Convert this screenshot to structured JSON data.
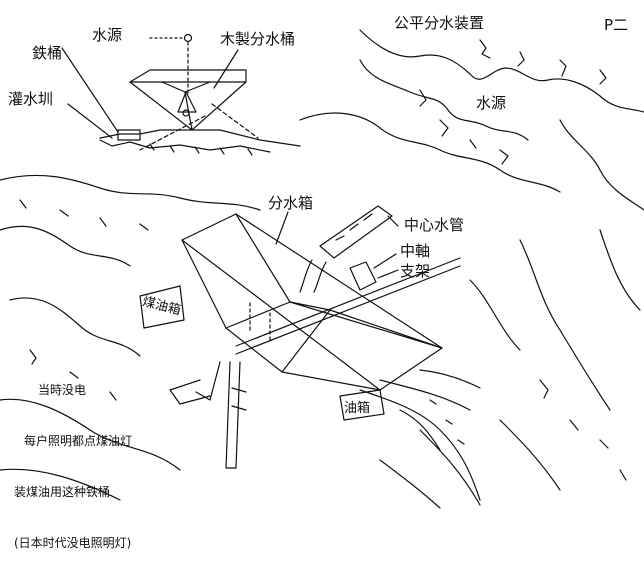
{
  "header": {
    "title": "公平分水装置",
    "page_mark": "P二"
  },
  "labels": {
    "water_source_top": "水源",
    "wooden_divider": "木製分水桶",
    "iron_bucket": "鉄桶",
    "irrigation_ditch": "灌水圳",
    "water_source_right": "水源",
    "dividing_box": "分水箱",
    "central_pipe": "中心水管",
    "center_axle": "中軸",
    "support_frame": "支架",
    "oil_box_left": "煤油箱",
    "oil_box_bottom": "油箱"
  },
  "note": {
    "lines": [
      "当時没电",
      "每户照明都点煤油灯",
      "装煤油用这种铁桶",
      "(日本时代没电照明灯)"
    ]
  },
  "colors": {
    "ink": "#111111",
    "paper": "#ffffff"
  }
}
